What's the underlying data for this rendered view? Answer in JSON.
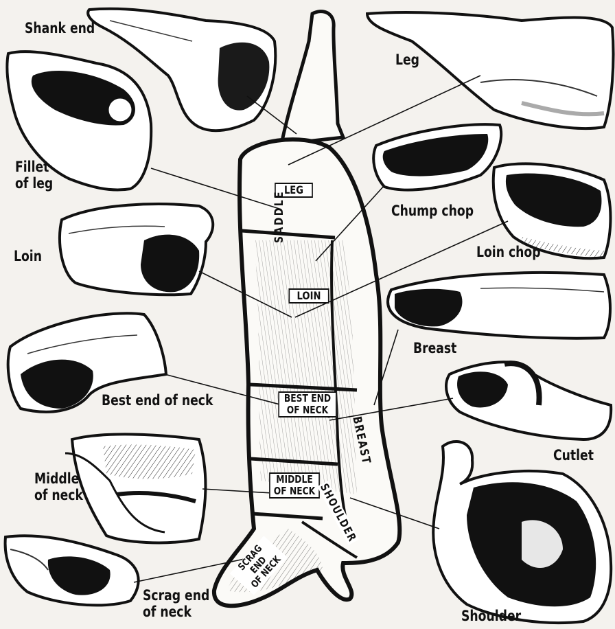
{
  "outer_labels": {
    "shank_end": "Shank end",
    "leg": "Leg",
    "fillet_of_leg": "Fillet\nof leg",
    "chump_chop": "Chump chop",
    "loin": "Loin",
    "loin_chop": "Loin chop",
    "breast": "Breast",
    "best_end_of_neck": "Best end of neck",
    "cutlet": "Cutlet",
    "middle_of_neck": "Middle\nof neck",
    "scrag_end_of_neck": "Scrag end\nof neck",
    "shoulder": "Shoulder"
  },
  "carcass_labels": {
    "leg": "LEG",
    "saddle": "SADDLE",
    "loin": "LOIN",
    "best_end_of_neck": "BEST END\nOF NECK",
    "breast": "BREAST",
    "middle_of_neck": "MIDDLE\nOF NECK",
    "shoulder": "SHOULDER",
    "scrag_end_of_neck": "SCRAG END\nOF NECK"
  },
  "colors": {
    "ink": "#111111",
    "paper": "#f4f2ee",
    "carcass_fill": "#fbfaf7"
  }
}
